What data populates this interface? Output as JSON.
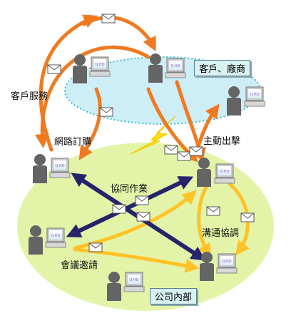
{
  "labels": {
    "customer_service": "客戶服務",
    "online_ordering": "網路訂購",
    "proactive": "主動出擊",
    "collaboration": "協同作業",
    "coordination": "溝通協調",
    "meeting_invite": "會議邀請"
  },
  "regions": {
    "external": "客戶、廠商",
    "internal": "公司內部"
  },
  "screen_text": "Q·HO",
  "colors": {
    "internal_fill": "#e3f4a8",
    "external_fill": "#cdeef6",
    "orange_arrow": "#f07a20",
    "yellow_arrow": "#ffc328",
    "navy_arrow": "#25246a",
    "person": "#646464"
  }
}
